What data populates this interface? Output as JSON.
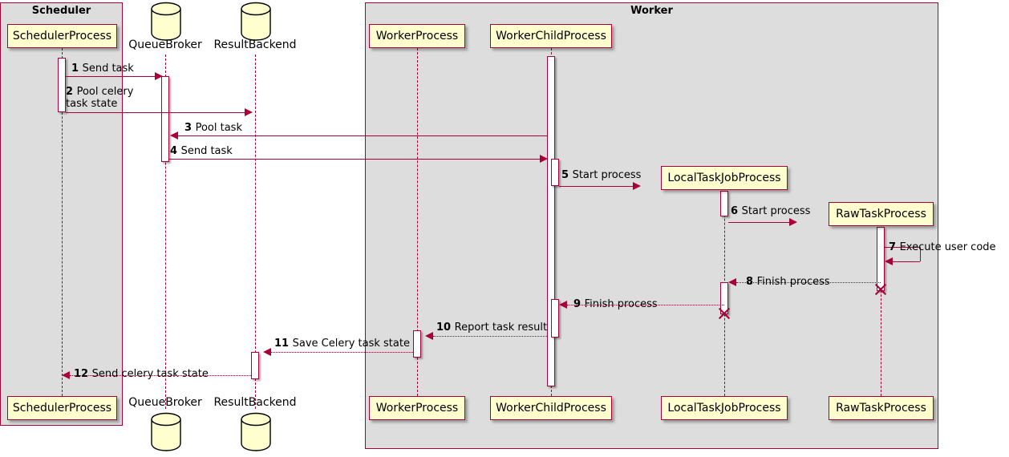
{
  "diagram": {
    "type": "sequence-diagram",
    "colors": {
      "accent": "#A80036",
      "participant_fill": "#FEFECE",
      "group_fill": "#DDDDDD",
      "background": "#FFFFFF",
      "text": "#000000"
    },
    "groups": [
      {
        "id": "scheduler",
        "title": "Scheduler"
      },
      {
        "id": "worker",
        "title": "Worker"
      }
    ],
    "participants": [
      {
        "id": "scheduler_process",
        "label": "SchedulerProcess",
        "kind": "participant",
        "group": "scheduler"
      },
      {
        "id": "queue_broker",
        "label": "QueueBroker",
        "kind": "database",
        "group": null
      },
      {
        "id": "result_backend",
        "label": "ResultBackend",
        "kind": "database",
        "group": null
      },
      {
        "id": "worker_process",
        "label": "WorkerProcess",
        "kind": "participant",
        "group": "worker"
      },
      {
        "id": "worker_child_process",
        "label": "WorkerChildProcess",
        "kind": "participant",
        "group": "worker"
      },
      {
        "id": "local_task_job_process",
        "label": "LocalTaskJobProcess",
        "kind": "participant",
        "group": "worker"
      },
      {
        "id": "raw_task_process",
        "label": "RawTaskProcess",
        "kind": "participant",
        "group": "worker"
      }
    ],
    "messages": [
      {
        "num": "1",
        "label": "Send task",
        "from": "scheduler_process",
        "to": "queue_broker",
        "style": "solid",
        "direction": "right"
      },
      {
        "num": "2",
        "label": "Pool celery task state",
        "from": "scheduler_process",
        "to": "result_backend",
        "style": "solid",
        "direction": "right"
      },
      {
        "num": "3",
        "label": "Pool task",
        "from": "worker_child_process",
        "to": "queue_broker",
        "style": "solid",
        "direction": "left"
      },
      {
        "num": "4",
        "label": "Send task",
        "from": "queue_broker",
        "to": "worker_child_process",
        "style": "solid",
        "direction": "right"
      },
      {
        "num": "5",
        "label": "Start process",
        "from": "worker_child_process",
        "to": "local_task_job_process",
        "style": "solid",
        "direction": "right"
      },
      {
        "num": "6",
        "label": "Start process",
        "from": "local_task_job_process",
        "to": "raw_task_process",
        "style": "solid",
        "direction": "right"
      },
      {
        "num": "7",
        "label": "Execute user code",
        "from": "raw_task_process",
        "to": "raw_task_process",
        "style": "solid",
        "direction": "self"
      },
      {
        "num": "8",
        "label": "Finish process",
        "from": "raw_task_process",
        "to": "local_task_job_process",
        "style": "dotted",
        "direction": "left"
      },
      {
        "num": "9",
        "label": "Finish process",
        "from": "local_task_job_process",
        "to": "worker_child_process",
        "style": "dotted",
        "direction": "left"
      },
      {
        "num": "10",
        "label": "Report task result",
        "from": "worker_child_process",
        "to": "worker_process",
        "style": "dotted",
        "direction": "left"
      },
      {
        "num": "11",
        "label": "Save Celery task state",
        "from": "worker_process",
        "to": "result_backend",
        "style": "dotted",
        "direction": "left"
      },
      {
        "num": "12",
        "label": "Send celery task state",
        "from": "result_backend",
        "to": "scheduler_process",
        "style": "dotted",
        "direction": "left"
      }
    ],
    "message_labels": {
      "m1": {
        "num": "1",
        "text": "Send task"
      },
      "m2": {
        "num": "2",
        "text": "Pool celery task state"
      },
      "m3": {
        "num": "3",
        "text": "Pool task"
      },
      "m4": {
        "num": "4",
        "text": "Send task"
      },
      "m5": {
        "num": "5",
        "text": "Start process"
      },
      "m6": {
        "num": "6",
        "text": "Start process"
      },
      "m7": {
        "num": "7",
        "text": "Execute user code"
      },
      "m8": {
        "num": "8",
        "text": "Finish process"
      },
      "m9": {
        "num": "9",
        "text": "Finish process"
      },
      "m10": {
        "num": "10",
        "text": "Report task result"
      },
      "m11": {
        "num": "11",
        "text": "Save Celery task state"
      },
      "m12": {
        "num": "12",
        "text": "Send celery task state"
      }
    }
  }
}
